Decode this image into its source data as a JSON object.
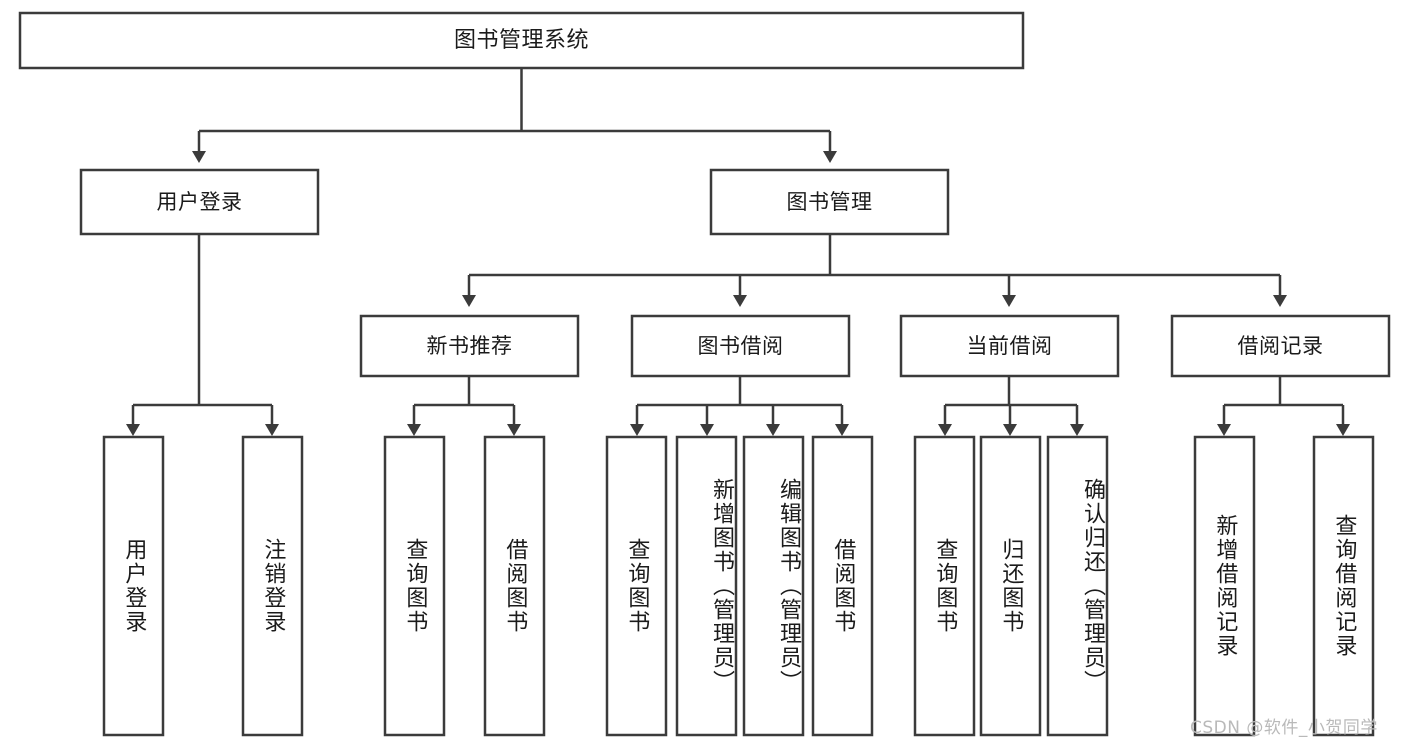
{
  "diagram": {
    "title": "图书管理系统",
    "type": "tree-hierarchy-diagram",
    "colors": {
      "box_stroke": "#3b3b3b",
      "box_fill": "#ffffff",
      "text": "#1b1b1b",
      "background": "#ffffff",
      "watermark": "#b9b9b9"
    },
    "root": {
      "label": "图书管理系统"
    },
    "level1": [
      {
        "label": "用户登录"
      },
      {
        "label": "图书管理"
      }
    ],
    "level2": [
      {
        "label": "新书推荐"
      },
      {
        "label": "图书借阅"
      },
      {
        "label": "当前借阅"
      },
      {
        "label": "借阅记录"
      }
    ],
    "leaves": {
      "user_login": [
        {
          "label": "用户登录"
        },
        {
          "label": "注销登录"
        }
      ],
      "new_book_recommend": [
        {
          "label": "查询图书"
        },
        {
          "label": "借阅图书"
        }
      ],
      "book_borrow": [
        {
          "label": "查询图书"
        },
        {
          "label": "新增图书（管理员）"
        },
        {
          "label": "编辑图书（管理员）"
        },
        {
          "label": "借阅图书"
        }
      ],
      "current_borrow": [
        {
          "label": "查询图书"
        },
        {
          "label": "归还图书"
        },
        {
          "label": "确认归还（管理员）"
        }
      ],
      "borrow_record": [
        {
          "label": "新增借阅记录"
        },
        {
          "label": "查询借阅记录"
        }
      ]
    }
  },
  "watermark": {
    "text": "CSDN @软件_小贺同学"
  }
}
